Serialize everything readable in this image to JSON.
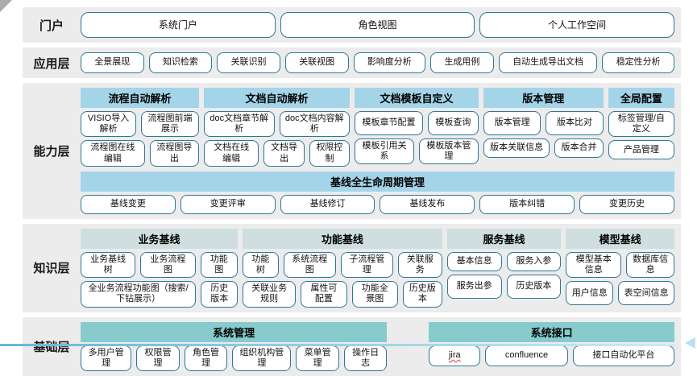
{
  "palette": {
    "band_bg": "#ececec",
    "button_border": "#2e7795",
    "capability_header_bg": "#a4d4e8",
    "knowledge_header_bg": "#cfdede",
    "foundation_header_bg": "#87cbce",
    "bottom_line_left": "#66b7d9",
    "bottom_line_right": "#cdeaf6",
    "corner_fold": "#ababab",
    "arrow": "#b9e0f1"
  },
  "spellcheck_flagged": "jira",
  "layers": [
    {
      "id": "portal",
      "label": "门户",
      "buttons": [
        "系统门户",
        "角色视图",
        "个人工作空间"
      ]
    },
    {
      "id": "application",
      "label": "应用层",
      "buttons": [
        "全景展现",
        "知识检索",
        "关联识别",
        "关联视图",
        "影响度分析",
        "生成用例",
        "自动生成导出文档",
        "稳定性分析"
      ]
    },
    {
      "id": "capability",
      "label": "能力层",
      "groups": [
        {
          "header": "流程自动解析",
          "flex": 150,
          "rows": [
            [
              "VISIO导入解析",
              "流程图前端展示"
            ],
            [
              "流程图在线编辑",
              "流程图导出"
            ]
          ]
        },
        {
          "header": "文档自动解析",
          "flex": 185,
          "rows": [
            [
              "doc文档章节解析",
              "doc文档内容解析"
            ],
            [
              "文档在线编辑",
              "文档导出",
              "权限控制"
            ]
          ]
        },
        {
          "header": "文档模板自定义",
          "flex": 157,
          "rows": [
            [
              "模板章节配置",
              "模板查询"
            ],
            [
              "模板引用关系",
              "模板版本管理"
            ]
          ]
        },
        {
          "header": "版本管理",
          "flex": 152,
          "rows": [
            [
              "版本管理",
              "版本比对"
            ],
            [
              "版本关联信息",
              "版本合并"
            ]
          ]
        },
        {
          "header": "全局配置",
          "flex": 84,
          "rows": [
            [
              "标签管理/自定义"
            ],
            [
              "产品管理"
            ]
          ]
        }
      ],
      "baseline": {
        "header": "基线全生命周期管理",
        "buttons": [
          "基线变更",
          "变更评审",
          "基线修订",
          "基线发布",
          "版本纠错",
          "变更历史"
        ]
      }
    },
    {
      "id": "knowledge",
      "label": "知识层",
      "groups": [
        {
          "header": "业务基线",
          "flex": 197,
          "rows": [
            [
              "业务基线树",
              "业务流程图",
              "功能图"
            ],
            [
              "全业务流程功能图（搜索/下钻展示）",
              "历史版本"
            ]
          ]
        },
        {
          "header": "功能基线",
          "flex": 250,
          "rows": [
            [
              "功能树",
              "系统流程图",
              "子流程管理",
              "关联服务"
            ],
            [
              "关联业务规则",
              "属性可配置",
              "功能全景图",
              "历史版本"
            ]
          ]
        },
        {
          "header": "服务基线",
          "flex": 143,
          "rows": [
            [
              "基本信息",
              "服务入参"
            ],
            [
              "服务出参",
              "历史版本"
            ]
          ]
        },
        {
          "header": "模型基线",
          "flex": 136,
          "rows": [
            [
              "模型基本信息",
              "数据库信息"
            ],
            [
              "用户信息",
              "表空间信息"
            ]
          ]
        }
      ]
    },
    {
      "id": "foundation",
      "label": "基础层",
      "groups": [
        {
          "header": "系统管理",
          "flex": 372,
          "rows": [
            [
              "多用户管理",
              "权限管理",
              "角色管理",
              "组织机构管理",
              "菜单管理",
              "操作日志"
            ]
          ]
        },
        {
          "header": "系统接口",
          "flex": 298,
          "rows": [
            [
              "jira",
              "confluence",
              "接口自动化平台"
            ]
          ]
        }
      ]
    }
  ]
}
